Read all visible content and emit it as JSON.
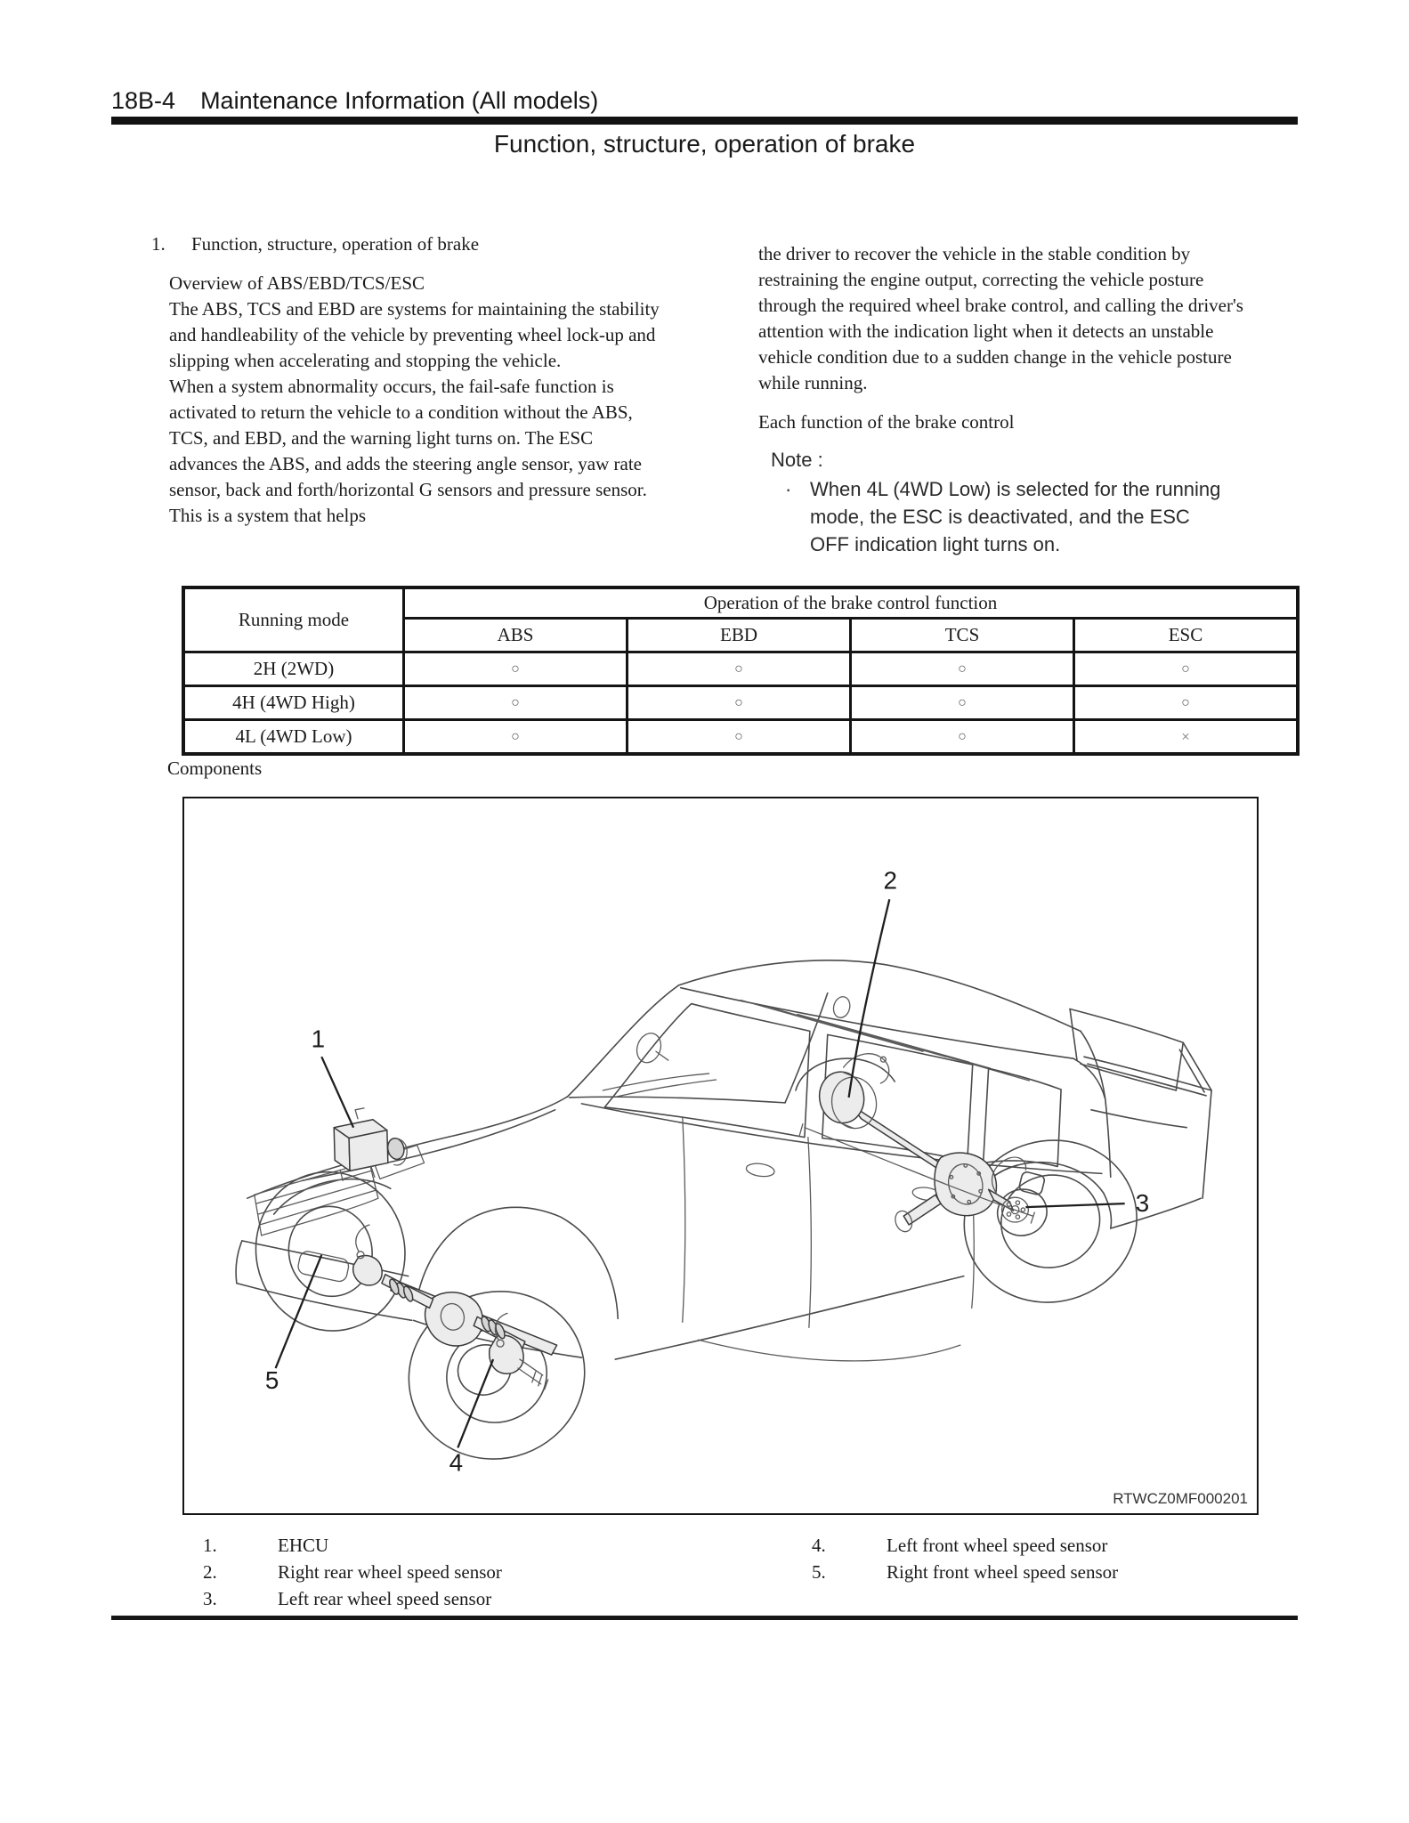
{
  "header": {
    "section_code": "18B-4",
    "title": "Maintenance Information (All models)"
  },
  "page_title": "Function, structure, operation of brake",
  "section": {
    "number": "1.",
    "heading": "Function, structure, operation of brake"
  },
  "left_column": {
    "subheading": "Overview of ABS/EBD/TCS/ESC",
    "paragraph1": "The ABS, TCS and EBD are systems for maintaining the stability and handleability of the vehicle by preventing wheel lock-up and slipping when accelerating and stopping the vehicle.",
    "paragraph2": "When a system abnormality occurs, the fail-safe function is activated to return the vehicle to a condition without the ABS, TCS, and EBD, and the warning light turns on. The ESC advances the ABS, and adds the steering angle sensor, yaw rate sensor, back and forth/horizontal G sensors and pressure sensor. This is a system that helps"
  },
  "right_column": {
    "paragraph1": "the driver to recover the vehicle in the stable condition by restraining the engine output, correcting the vehicle posture through the required wheel brake control, and calling the driver's attention with the indication light when it detects an unstable vehicle condition due to a sudden change in the vehicle posture while running.",
    "paragraph2": "Each function of the brake control",
    "note_label": "Note :",
    "note_bullet_marker": "·",
    "note_text": "When 4L (4WD Low) is selected for the running mode, the ESC is deactivated, and the ESC OFF indication light turns on."
  },
  "table": {
    "running_mode_header": "Running mode",
    "group_header": "Operation of the brake control function",
    "columns": [
      "ABS",
      "EBD",
      "TCS",
      "ESC"
    ],
    "rows": [
      {
        "mode": "2H (2WD)",
        "values": [
          "○",
          "○",
          "○",
          "○"
        ]
      },
      {
        "mode": "4H (4WD High)",
        "values": [
          "○",
          "○",
          "○",
          "○"
        ]
      },
      {
        "mode": "4L (4WD Low)",
        "values": [
          "○",
          "○",
          "○",
          "×"
        ]
      }
    ]
  },
  "components_label": "Components",
  "figure": {
    "code": "RTWCZ0MF000201",
    "callouts": [
      "1",
      "2",
      "3",
      "4",
      "5"
    ]
  },
  "legend": {
    "left": [
      {
        "num": "1.",
        "label": "EHCU"
      },
      {
        "num": "2.",
        "label": "Right rear wheel speed sensor"
      },
      {
        "num": "3.",
        "label": "Left rear wheel speed sensor"
      }
    ],
    "right": [
      {
        "num": "4.",
        "label": "Left front wheel speed sensor"
      },
      {
        "num": "5.",
        "label": "Right front wheel speed sensor"
      }
    ]
  }
}
